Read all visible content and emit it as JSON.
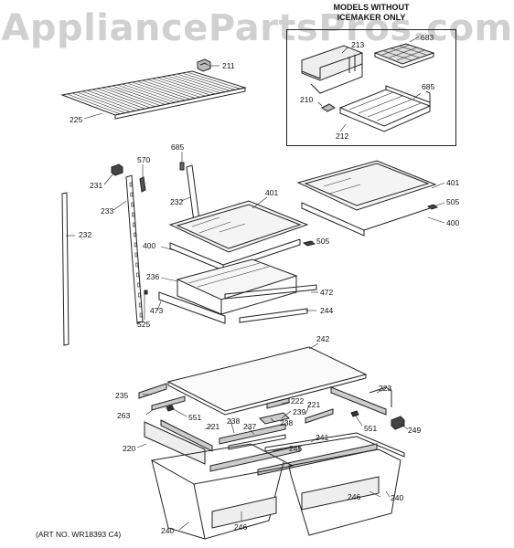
{
  "watermark": "AppliancePartsPros.com",
  "inset": {
    "title_line1": "MODELS WITHOUT",
    "title_line2": "ICEMAKER ONLY"
  },
  "art_number": "(ART NO. WR18393 C4)",
  "callouts": {
    "c211": "211",
    "c213": "213",
    "c683": "683",
    "c685_inset": "685",
    "c210": "210",
    "c212": "212",
    "c225": "225",
    "c685": "685",
    "c570": "570",
    "c231": "231",
    "c233": "233",
    "c232_upper": "232",
    "c232_left": "232",
    "c401_left": "401",
    "c401_right": "401",
    "c505_right": "505",
    "c400_right": "400",
    "c400_left": "400",
    "c505_mid": "505",
    "c236": "236",
    "c472": "472",
    "c473": "473",
    "c525": "525",
    "c244": "244",
    "c242": "242",
    "c235": "235",
    "c223": "223",
    "c222": "222",
    "c221_right": "221",
    "c263": "263",
    "c239": "239",
    "c551_left": "551",
    "c238_top": "238",
    "c238_bot": "238",
    "c237": "237",
    "c221_left": "221",
    "c551_right": "551",
    "c249": "249",
    "c241": "241",
    "c220": "220",
    "c245": "245",
    "c246_right": "246",
    "c240_right": "240",
    "c246_left": "246",
    "c240_left": "240"
  }
}
